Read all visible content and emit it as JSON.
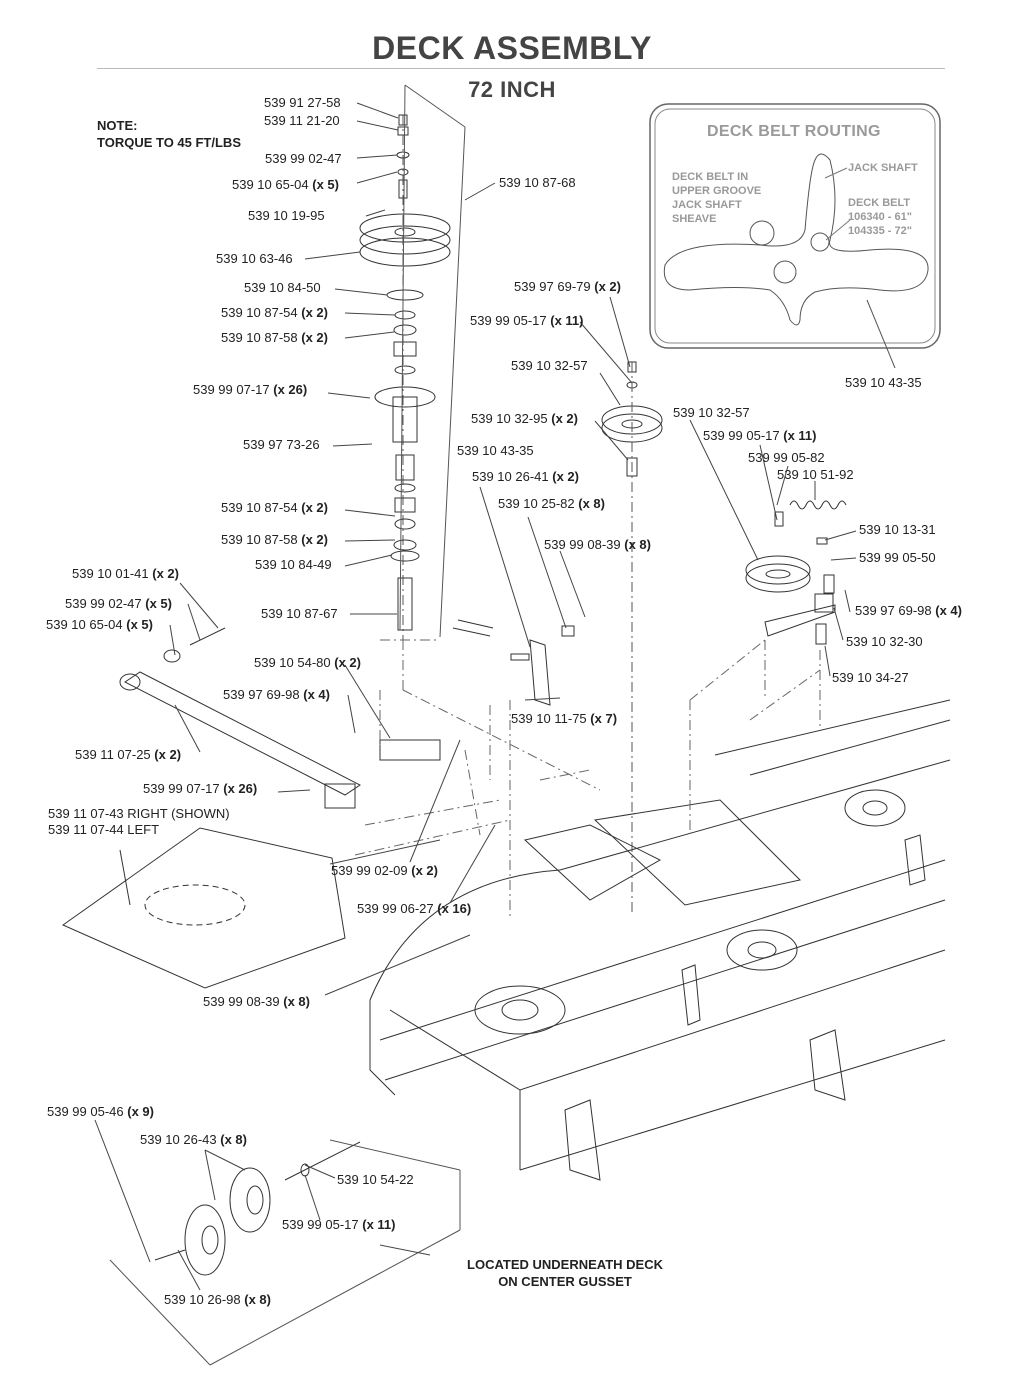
{
  "header": {
    "title": "DECK ASSEMBLY",
    "subtitle": "72 INCH"
  },
  "note": {
    "line1": "NOTE:",
    "line2": "TORQUE TO 45 FT/LBS"
  },
  "routing": {
    "title": "DECK BELT ROUTING",
    "upper_groove": [
      "DECK BELT IN",
      "UPPER GROOVE",
      "JACK SHAFT",
      "SHEAVE"
    ],
    "jack_shaft": "JACK SHAFT",
    "deck_belt": [
      "DECK BELT",
      "106340 - 61\"",
      "104335 - 72\""
    ]
  },
  "labels": [
    {
      "id": "p01",
      "num": "539 91 27-58",
      "qty": ""
    },
    {
      "id": "p02",
      "num": "539 11 21-20",
      "qty": ""
    },
    {
      "id": "p03",
      "num": "539 99 02-47",
      "qty": ""
    },
    {
      "id": "p04",
      "num": "539 10 65-04",
      "qty": "(x 5)"
    },
    {
      "id": "p05",
      "num": "539 10 19-95",
      "qty": ""
    },
    {
      "id": "p06",
      "num": "539 10 63-46",
      "qty": ""
    },
    {
      "id": "p07",
      "num": "539 10 84-50",
      "qty": ""
    },
    {
      "id": "p08",
      "num": "539 10 87-54",
      "qty": "(x 2)"
    },
    {
      "id": "p09",
      "num": "539 10 87-58",
      "qty": "(x 2)"
    },
    {
      "id": "p10",
      "num": "539 99 07-17",
      "qty": "(x 26)"
    },
    {
      "id": "p11",
      "num": "539 97 73-26",
      "qty": ""
    },
    {
      "id": "p12",
      "num": "539 10 87-54",
      "qty": "(x 2)"
    },
    {
      "id": "p13",
      "num": "539 10 87-58",
      "qty": "(x 2)"
    },
    {
      "id": "p14",
      "num": "539 10 84-49",
      "qty": ""
    },
    {
      "id": "p15",
      "num": "539 10 87-67",
      "qty": ""
    },
    {
      "id": "p16",
      "num": "539 10 87-68",
      "qty": ""
    },
    {
      "id": "p17",
      "num": "539 97 69-79",
      "qty": "(x 2)"
    },
    {
      "id": "p18",
      "num": "539 99 05-17",
      "qty": "(x 11)"
    },
    {
      "id": "p19",
      "num": "539 10 32-57",
      "qty": ""
    },
    {
      "id": "p20",
      "num": "539 10 32-95",
      "qty": "(x 2)"
    },
    {
      "id": "p21",
      "num": "539 10 43-35",
      "qty": ""
    },
    {
      "id": "p22",
      "num": "539 10 26-41",
      "qty": "(x 2)"
    },
    {
      "id": "p23",
      "num": "539 10 25-82",
      "qty": "(x 8)"
    },
    {
      "id": "p24",
      "num": "539 99 08-39",
      "qty": "(x 8)"
    },
    {
      "id": "p25",
      "num": "539 10 32-57",
      "qty": ""
    },
    {
      "id": "p26",
      "num": "539 99 05-17",
      "qty": "(x 11)"
    },
    {
      "id": "p27",
      "num": "539 99 05-82",
      "qty": ""
    },
    {
      "id": "p28",
      "num": "539 10 51-92",
      "qty": ""
    },
    {
      "id": "p29",
      "num": "539 10 13-31",
      "qty": ""
    },
    {
      "id": "p30",
      "num": "539 99 05-50",
      "qty": ""
    },
    {
      "id": "p31",
      "num": "539 97 69-98",
      "qty": "(x 4)"
    },
    {
      "id": "p32",
      "num": "539 10 32-30",
      "qty": ""
    },
    {
      "id": "p33",
      "num": "539 10 34-27",
      "qty": ""
    },
    {
      "id": "p34",
      "num": "539 10 43-35",
      "qty": ""
    },
    {
      "id": "p35",
      "num": "539 10 01-41",
      "qty": "(x 2)"
    },
    {
      "id": "p36",
      "num": "539 99 02-47",
      "qty": "(x 5)"
    },
    {
      "id": "p37",
      "num": "539 10 65-04",
      "qty": "(x 5)"
    },
    {
      "id": "p38",
      "num": "539 10 54-80",
      "qty": "(x 2)"
    },
    {
      "id": "p39",
      "num": "539 97 69-98",
      "qty": "(x 4)"
    },
    {
      "id": "p40",
      "num": "539 10 11-75",
      "qty": "(x 7)"
    },
    {
      "id": "p41",
      "num": "539 11 07-25",
      "qty": "(x 2)"
    },
    {
      "id": "p42",
      "num": "539 99 07-17",
      "qty": "(x 26)"
    },
    {
      "id": "p43",
      "num": "539 11 07-43 RIGHT (SHOWN)",
      "qty": ""
    },
    {
      "id": "p44",
      "num": "539 11 07-44 LEFT",
      "qty": ""
    },
    {
      "id": "p45",
      "num": "539 99 02-09",
      "qty": "(x 2)"
    },
    {
      "id": "p46",
      "num": "539 99 06-27",
      "qty": "(x 16)"
    },
    {
      "id": "p47",
      "num": "539 99 08-39",
      "qty": "(x 8)"
    },
    {
      "id": "p48",
      "num": "539 99 05-46",
      "qty": "(x 9)"
    },
    {
      "id": "p49",
      "num": "539 10 26-43",
      "qty": "(x 8)"
    },
    {
      "id": "p50",
      "num": "539 10 54-22",
      "qty": ""
    },
    {
      "id": "p51",
      "num": "539 99 05-17",
      "qty": "(x 11)"
    },
    {
      "id": "p52",
      "num": "539 10 26-98",
      "qty": "(x 8)"
    }
  ],
  "bottom_note": {
    "line1": "LOCATED UNDERNEATH DECK",
    "line2": "ON CENTER GUSSET"
  }
}
